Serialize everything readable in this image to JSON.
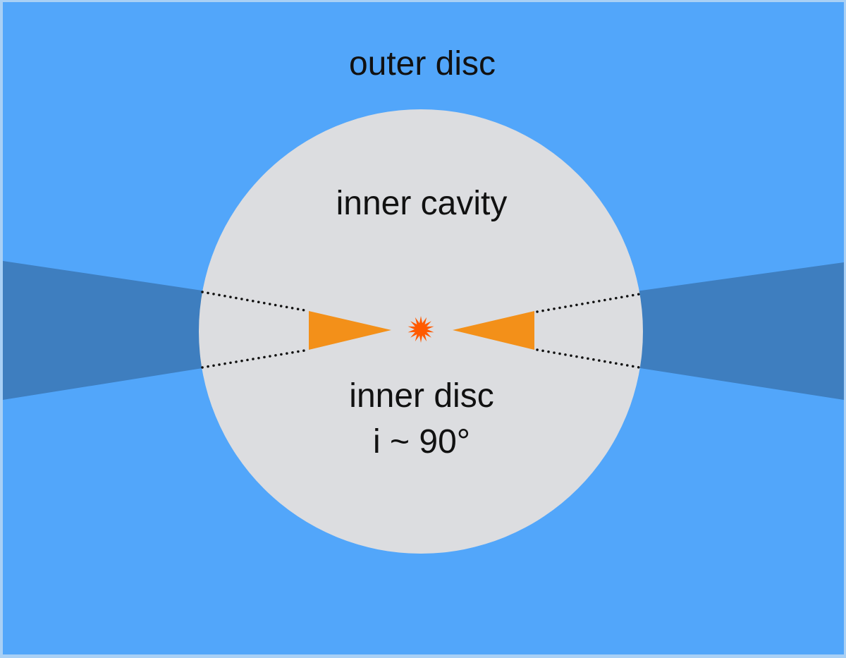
{
  "labels": {
    "outer_disc": "outer disc",
    "inner_cavity": "inner cavity",
    "inner_disc": "inner disc",
    "inclination": "i ~ 90°"
  },
  "colors": {
    "outer_disc": "#52A6FA",
    "outer_disc_shadow": "#3E7EBF",
    "inner_cavity": "#DCDDE0",
    "inner_disc": "#F39019",
    "star": "#FF5A00",
    "dotted_line": "#111111",
    "frame_edge": "#A9D0F5"
  },
  "icons": {
    "central_star": "star-burst-icon"
  }
}
